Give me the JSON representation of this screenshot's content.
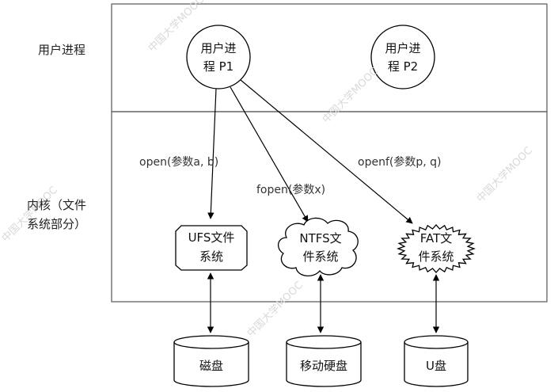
{
  "regions": {
    "user": "用户进程",
    "kernel_line1": "内核（文件",
    "kernel_line2": "系统部分）"
  },
  "processes": [
    {
      "line1": "用户进",
      "line2": "程 P1"
    },
    {
      "line1": "用户进",
      "line2": "程 P2"
    }
  ],
  "calls": [
    "open(参数a, b)",
    "fopen(参数x)",
    "openf(参数p, q)"
  ],
  "filesystems": [
    {
      "line1": "UFS文件",
      "line2": "系统"
    },
    {
      "line1": "NTFS文",
      "line2": "件系统"
    },
    {
      "line1": "FAT文",
      "line2": "件系统"
    }
  ],
  "devices": [
    "磁盘",
    "移动硬盘",
    "U盘"
  ],
  "watermark": "中国大学MOOC"
}
